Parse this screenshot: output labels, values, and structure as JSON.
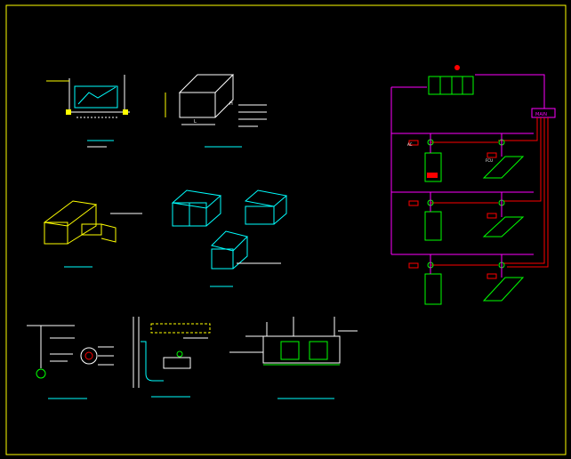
{
  "colors": {
    "background": "#000000",
    "frame": "#ffff00",
    "drawing": "#ffffff",
    "duct": "#00ffff",
    "equipment": "#00ff00",
    "pipe_magenta": "#ff00ff",
    "pipe_red": "#ff0000",
    "accent_yellow": "#ffff00"
  },
  "labels": {
    "tag_ac": "AC",
    "tag_fcu": "FCU",
    "tag_main": "MAIN",
    "tag_l": "L",
    "tag_h": "H"
  },
  "icons": [
    "valve-icon",
    "pump-icon",
    "fan-icon",
    "cooling-unit-icon"
  ]
}
